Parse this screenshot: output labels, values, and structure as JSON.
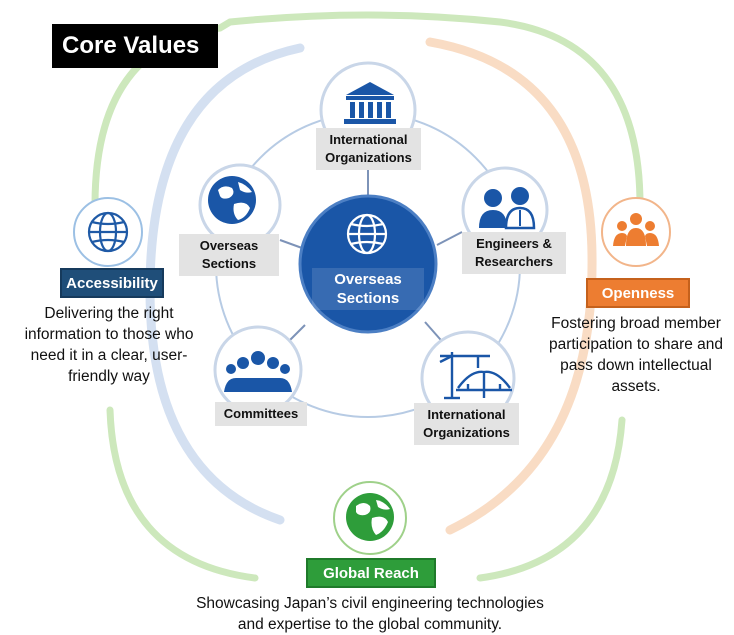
{
  "title": "Core Values",
  "center": {
    "label_line1": "Overseas",
    "label_line2": "Sections",
    "icon": "globe-icon"
  },
  "nodes": {
    "top": {
      "line1": "International",
      "line2": "Organizations",
      "icon": "building-icon"
    },
    "upper_left": {
      "line1": "Overseas",
      "line2": "Sections",
      "icon": "globe-icon"
    },
    "upper_right": {
      "line1": "Engineers &",
      "line2": "Researchers",
      "icon": "people-icon"
    },
    "lower_left": {
      "line1": "Committees",
      "icon": "group-icon"
    },
    "lower_right": {
      "line1": "International",
      "line2": "Organizations",
      "icon": "bridge-crane-icon"
    }
  },
  "values": {
    "accessibility": {
      "label": "Accessibility",
      "desc_line1": "Delivering the right",
      "desc_line2": "information to those who",
      "desc_line3": "need it in a clear, user-",
      "desc_line4": "friendly way",
      "color": "#1f4e79",
      "icon": "globe-icon"
    },
    "openness": {
      "label": "Openness",
      "desc_line1": "Fostering broad member",
      "desc_line2": "participation to share and",
      "desc_line3": "pass down intellectual",
      "desc_line4": "assets.",
      "color": "#ed7d31",
      "icon": "people-icon"
    },
    "global_reach": {
      "label": "Global Reach",
      "desc_line1": "Showcasing Japan’s civil engineering technologies",
      "desc_line2": "and expertise to the global community.",
      "color": "#2e9d3a",
      "icon": "earth-icon"
    }
  },
  "colors": {
    "main_blue": "#1a56a7",
    "dark_blue": "#1f4e79",
    "orange": "#ed7d31",
    "green": "#2e9d3a",
    "ring_blue": "#b9cde6",
    "frame_green": "#c9e6b6",
    "frame_orange": "#f8d8bf",
    "frame_blue": "#cfdcef"
  }
}
